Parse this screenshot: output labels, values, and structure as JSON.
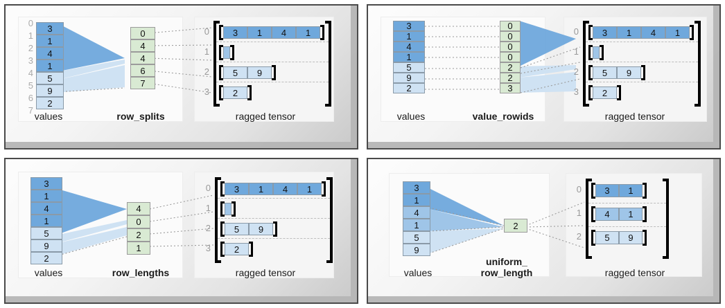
{
  "colors": {
    "blue_dark": "#6fa8dc",
    "blue_mid": "#9fc5e8",
    "blue_light": "#cfe2f3",
    "green": "#d9ead3",
    "panel_border": "#4a4a4a",
    "bevel": "#b5b5b5",
    "connector": "#9a9a9a",
    "index_text": "#aaaaaa"
  },
  "panels": [
    {
      "id": "row-splits",
      "values_caption": "values",
      "encoding_caption": "row_splits",
      "tensor_caption": "ragged tensor",
      "show_value_indices": true,
      "value_indices": [
        "0",
        "1",
        "2",
        "3",
        "4",
        "5",
        "6",
        "7"
      ],
      "values": [
        {
          "v": "3",
          "shade": "blue-d"
        },
        {
          "v": "1",
          "shade": "blue-d"
        },
        {
          "v": "4",
          "shade": "blue-d"
        },
        {
          "v": "1",
          "shade": "blue-d"
        },
        {
          "v": "5",
          "shade": "blue-l"
        },
        {
          "v": "9",
          "shade": "blue-l"
        },
        {
          "v": "2",
          "shade": "blue-l"
        }
      ],
      "encoding": [
        "0",
        "4",
        "4",
        "6",
        "7"
      ],
      "tensor_rows": [
        {
          "index": "0",
          "cells": [
            {
              "v": "3",
              "shade": "blue-d"
            },
            {
              "v": "1",
              "shade": "blue-d"
            },
            {
              "v": "4",
              "shade": "blue-d"
            },
            {
              "v": "1",
              "shade": "blue-d"
            }
          ]
        },
        {
          "index": "1",
          "cells": [
            {
              "v": "",
              "shade": "blue-m"
            }
          ]
        },
        {
          "index": "2",
          "cells": [
            {
              "v": "5",
              "shade": "blue-l"
            },
            {
              "v": "9",
              "shade": "blue-l"
            }
          ]
        },
        {
          "index": "3",
          "cells": [
            {
              "v": "2",
              "shade": "blue-l"
            }
          ]
        }
      ]
    },
    {
      "id": "value-rowids",
      "values_caption": "values",
      "encoding_caption": "value_rowids",
      "tensor_caption": "ragged tensor",
      "show_value_indices": false,
      "value_indices": [],
      "values": [
        {
          "v": "3",
          "shade": "blue-d"
        },
        {
          "v": "1",
          "shade": "blue-d"
        },
        {
          "v": "4",
          "shade": "blue-d"
        },
        {
          "v": "1",
          "shade": "blue-d"
        },
        {
          "v": "5",
          "shade": "blue-l"
        },
        {
          "v": "9",
          "shade": "blue-l"
        },
        {
          "v": "2",
          "shade": "blue-l"
        }
      ],
      "encoding": [
        "0",
        "0",
        "0",
        "0",
        "2",
        "2",
        "3"
      ],
      "tensor_rows": [
        {
          "index": "0",
          "cells": [
            {
              "v": "3",
              "shade": "blue-d"
            },
            {
              "v": "1",
              "shade": "blue-d"
            },
            {
              "v": "4",
              "shade": "blue-d"
            },
            {
              "v": "1",
              "shade": "blue-d"
            }
          ]
        },
        {
          "index": "1",
          "cells": [
            {
              "v": "",
              "shade": "blue-m"
            }
          ]
        },
        {
          "index": "2",
          "cells": [
            {
              "v": "5",
              "shade": "blue-l"
            },
            {
              "v": "9",
              "shade": "blue-l"
            }
          ]
        },
        {
          "index": "3",
          "cells": [
            {
              "v": "2",
              "shade": "blue-l"
            }
          ]
        }
      ]
    },
    {
      "id": "row-lengths",
      "values_caption": "values",
      "encoding_caption": "row_lengths",
      "tensor_caption": "ragged tensor",
      "show_value_indices": false,
      "value_indices": [],
      "values": [
        {
          "v": "3",
          "shade": "blue-d"
        },
        {
          "v": "1",
          "shade": "blue-d"
        },
        {
          "v": "4",
          "shade": "blue-d"
        },
        {
          "v": "1",
          "shade": "blue-d"
        },
        {
          "v": "5",
          "shade": "blue-l"
        },
        {
          "v": "9",
          "shade": "blue-l"
        },
        {
          "v": "2",
          "shade": "blue-l"
        }
      ],
      "encoding": [
        "4",
        "0",
        "2",
        "1"
      ],
      "tensor_rows": [
        {
          "index": "0",
          "cells": [
            {
              "v": "3",
              "shade": "blue-d"
            },
            {
              "v": "1",
              "shade": "blue-d"
            },
            {
              "v": "4",
              "shade": "blue-d"
            },
            {
              "v": "1",
              "shade": "blue-d"
            }
          ]
        },
        {
          "index": "1",
          "cells": [
            {
              "v": "",
              "shade": "blue-m"
            }
          ]
        },
        {
          "index": "2",
          "cells": [
            {
              "v": "5",
              "shade": "blue-l"
            },
            {
              "v": "9",
              "shade": "blue-l"
            }
          ]
        },
        {
          "index": "3",
          "cells": [
            {
              "v": "2",
              "shade": "blue-l"
            }
          ]
        }
      ]
    },
    {
      "id": "uniform-row-length",
      "values_caption": "values",
      "encoding_caption": "uniform_\nrow_length",
      "tensor_caption": "ragged tensor",
      "show_value_indices": false,
      "value_indices": [],
      "values": [
        {
          "v": "3",
          "shade": "blue-d"
        },
        {
          "v": "1",
          "shade": "blue-d"
        },
        {
          "v": "4",
          "shade": "blue-m"
        },
        {
          "v": "1",
          "shade": "blue-m"
        },
        {
          "v": "5",
          "shade": "blue-l"
        },
        {
          "v": "9",
          "shade": "blue-l"
        }
      ],
      "encoding": [
        "2"
      ],
      "tensor_rows": [
        {
          "index": "0",
          "cells": [
            {
              "v": "3",
              "shade": "blue-d"
            },
            {
              "v": "1",
              "shade": "blue-d"
            }
          ]
        },
        {
          "index": "1",
          "cells": [
            {
              "v": "4",
              "shade": "blue-m"
            },
            {
              "v": "1",
              "shade": "blue-m"
            }
          ]
        },
        {
          "index": "2",
          "cells": [
            {
              "v": "5",
              "shade": "blue-l"
            },
            {
              "v": "9",
              "shade": "blue-l"
            }
          ]
        }
      ]
    }
  ]
}
